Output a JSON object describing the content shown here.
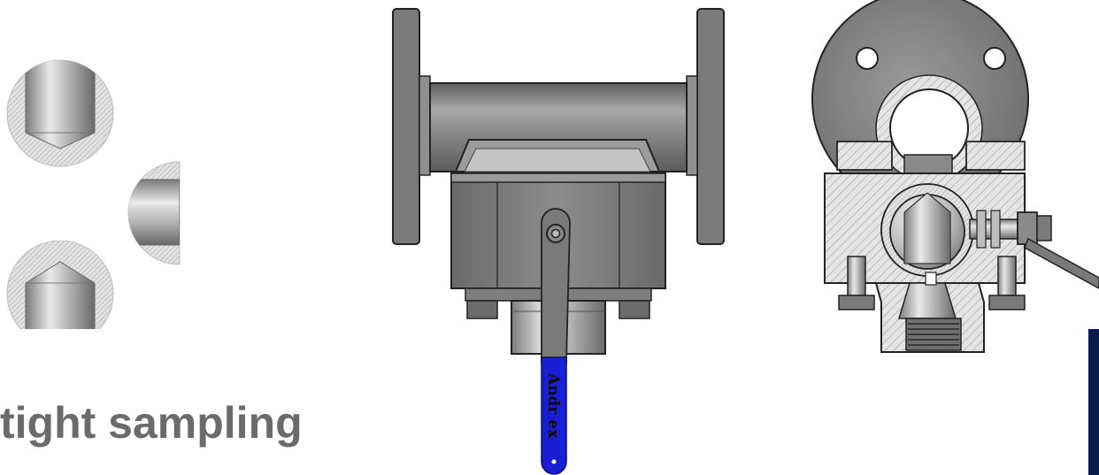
{
  "caption": "tight sampling",
  "handle_brand": "Andr ex",
  "colors": {
    "steel_dark": "#6f6f6f",
    "steel_mid": "#8a8a8a",
    "steel_light": "#d6d6d6",
    "hatch": "#9a9a9a",
    "handle_blue": "#1a1fd6",
    "caption_gray": "#6b6b6b",
    "edge_navy": "#0a1a4a"
  },
  "views": {
    "detail_insets": [
      "plug-tip-inset-top",
      "plug-tip-inset-middle",
      "plug-tip-inset-bottom"
    ],
    "front_view": "valve-front-view",
    "section_view": "valve-section-view"
  }
}
